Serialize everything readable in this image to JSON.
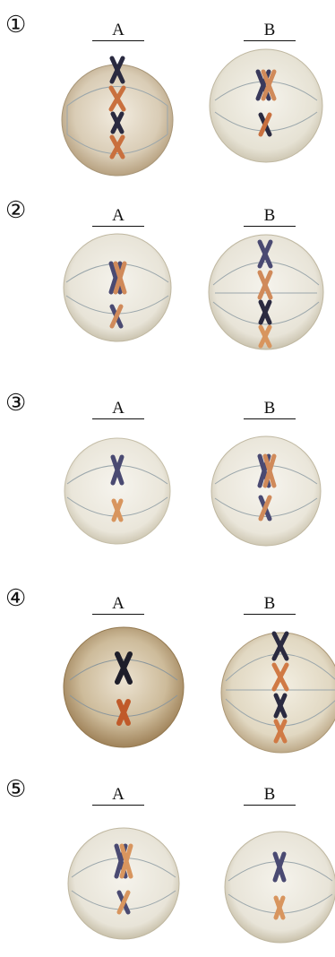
{
  "rows": [
    {
      "number": "①",
      "label_a": "A",
      "label_b": "B"
    },
    {
      "number": "②",
      "label_a": "A",
      "label_b": "B"
    },
    {
      "number": "③",
      "label_a": "A",
      "label_b": "B"
    },
    {
      "number": "④",
      "label_a": "A",
      "label_b": "B"
    },
    {
      "number": "⑤",
      "label_a": "A",
      "label_b": "B"
    }
  ]
}
